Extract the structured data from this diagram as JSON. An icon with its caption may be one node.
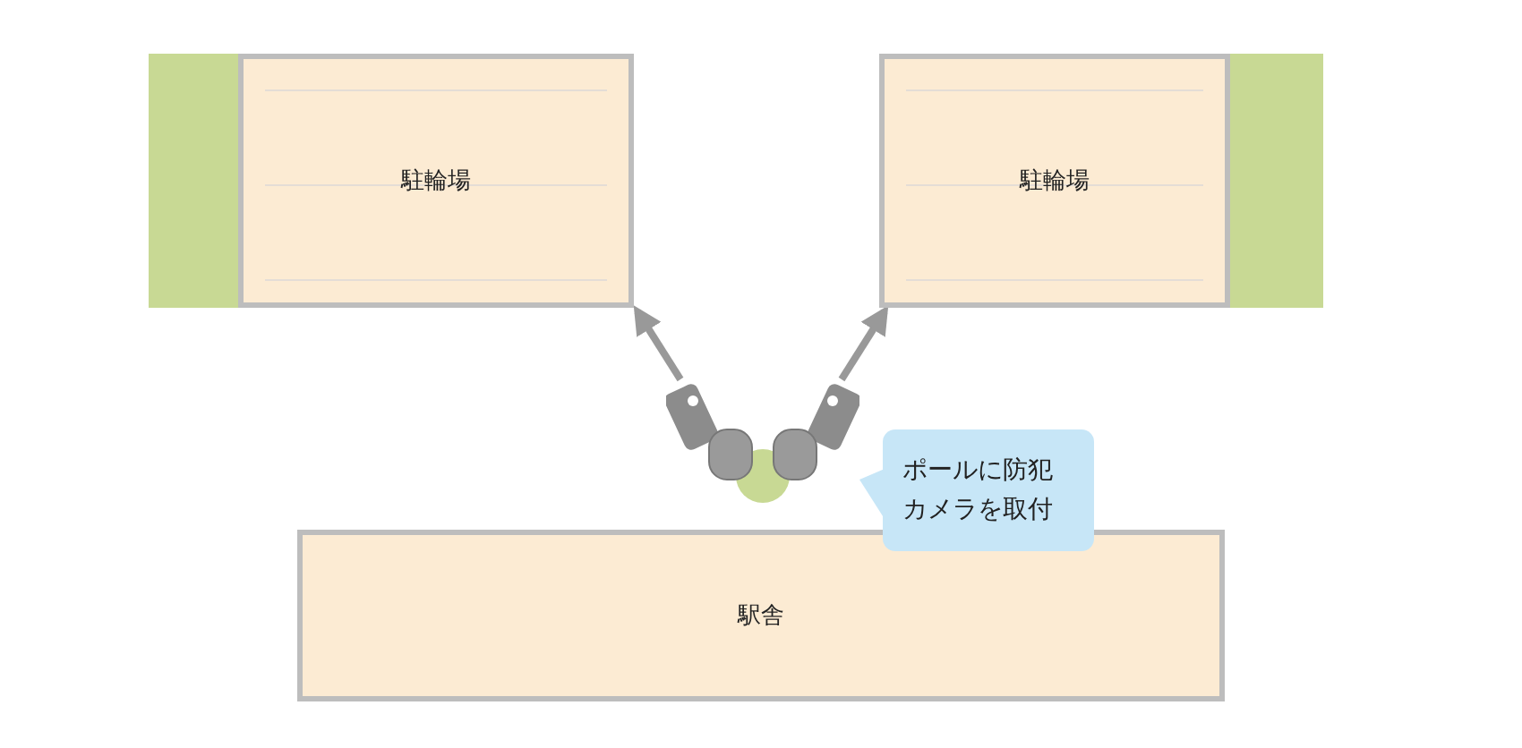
{
  "diagram": {
    "nodes": [
      {
        "text": [
          "駐輪場"
        ]
      },
      {
        "text": [
          "駐輪場"
        ]
      },
      {
        "text": [
          "駅舎"
        ]
      },
      {
        "text": [
          "ポールに防犯カメラを取付"
        ]
      },
      {
        "text": [],
        "shape": "picture"
      }
    ],
    "edges": [
      {
        "from": 4,
        "to": 0,
        "arrow": "to"
      },
      {
        "from": 4,
        "to": 1,
        "arrow": "to"
      },
      {
        "from": 3,
        "to": 4,
        "arrow": "none"
      }
    ]
  }
}
